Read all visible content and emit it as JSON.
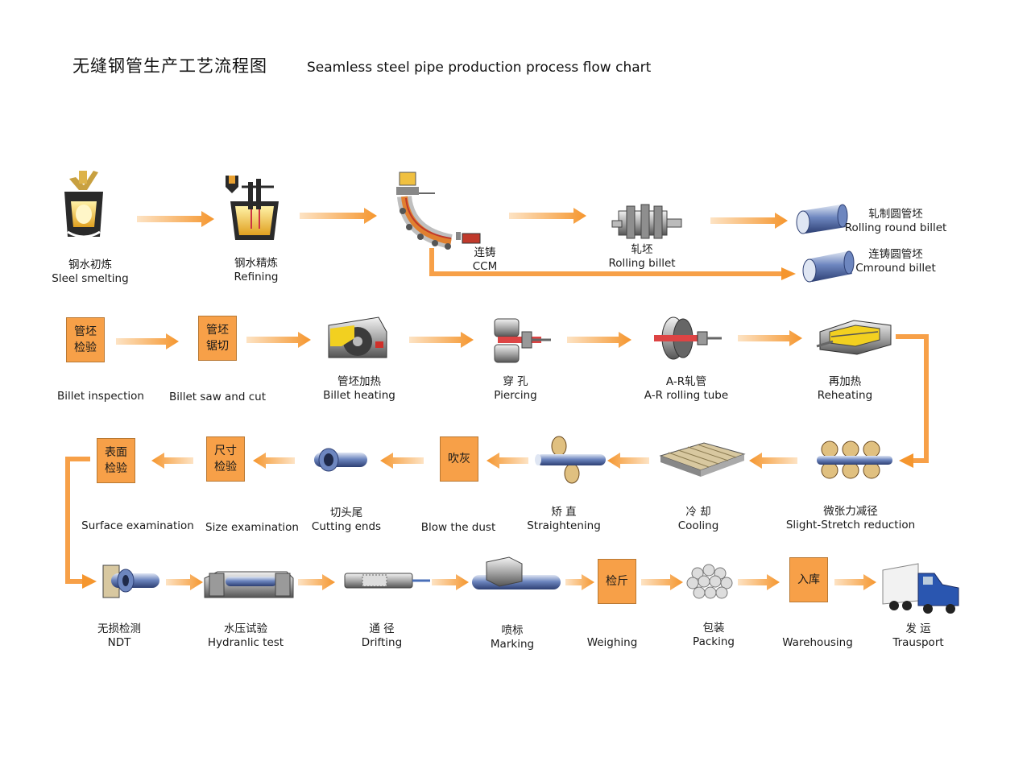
{
  "header": {
    "title_zh": "无缝钢管生产工艺流程图",
    "title_en": "Seamless steel pipe production process flow chart"
  },
  "colors": {
    "arrow": "#f7a048",
    "box_fill": "#f7a048",
    "steel": "#4a6fb8",
    "gold": "#f2c230"
  },
  "row1": {
    "steel_smelting": {
      "zh": "钢水初炼",
      "en": "Sleel smelting"
    },
    "refining": {
      "zh": "钢水精炼",
      "en": "Refining"
    },
    "ccm": {
      "zh": "连铸",
      "en": "CCM"
    },
    "rolling_billet": {
      "zh": "轧坯",
      "en": "Rolling billet"
    },
    "rolling_round_billet": {
      "zh": "轧制圆管坯",
      "en": "Rolling round billet"
    },
    "cmround_billet": {
      "zh": "连铸圆管坯",
      "en": "Cmround billet"
    }
  },
  "row2": {
    "billet_inspection": {
      "box": "管坯\n检验",
      "en": "Billet inspection"
    },
    "billet_saw": {
      "box": "管坯\n锯切",
      "en": "Billet saw and cut"
    },
    "billet_heating": {
      "zh": "管坯加热",
      "en": "Billet heating"
    },
    "piercing": {
      "zh": "穿 孔",
      "en": "Piercing"
    },
    "ar_rolling": {
      "zh": "A-R轧管",
      "en": "A-R rolling tube"
    },
    "reheating": {
      "zh": "再加热",
      "en": "Reheating"
    }
  },
  "row3": {
    "surface_exam": {
      "box": "表面\n检验",
      "en": "Surface examination"
    },
    "size_exam": {
      "box": "尺寸\n检验",
      "en": "Size examination"
    },
    "cutting_ends": {
      "zh": "切头尾",
      "en": "Cutting ends"
    },
    "blow_dust": {
      "box": "吹灰",
      "en": "Blow the dust"
    },
    "straightening": {
      "zh": "矫 直",
      "en": "Straightening"
    },
    "cooling": {
      "zh": "冷 却",
      "en": "Cooling"
    },
    "stretch_reduction": {
      "zh": "微张力减径",
      "en": "Slight-Stretch reduction"
    }
  },
  "row4": {
    "ndt": {
      "zh": "无损检测",
      "en": "NDT"
    },
    "hydraulic": {
      "zh": "水压试验",
      "en": "Hydranlic test"
    },
    "drifting": {
      "zh": "通 径",
      "en": "Drifting"
    },
    "marking": {
      "zh": "喷标",
      "en": "Marking"
    },
    "weighing": {
      "box": "检斤",
      "en": "Weighing"
    },
    "packing": {
      "zh": "包装",
      "en": "Packing"
    },
    "warehousing": {
      "box": "入库",
      "en": "Warehousing"
    },
    "transport": {
      "zh": "发 运",
      "en": "Trausport"
    }
  }
}
